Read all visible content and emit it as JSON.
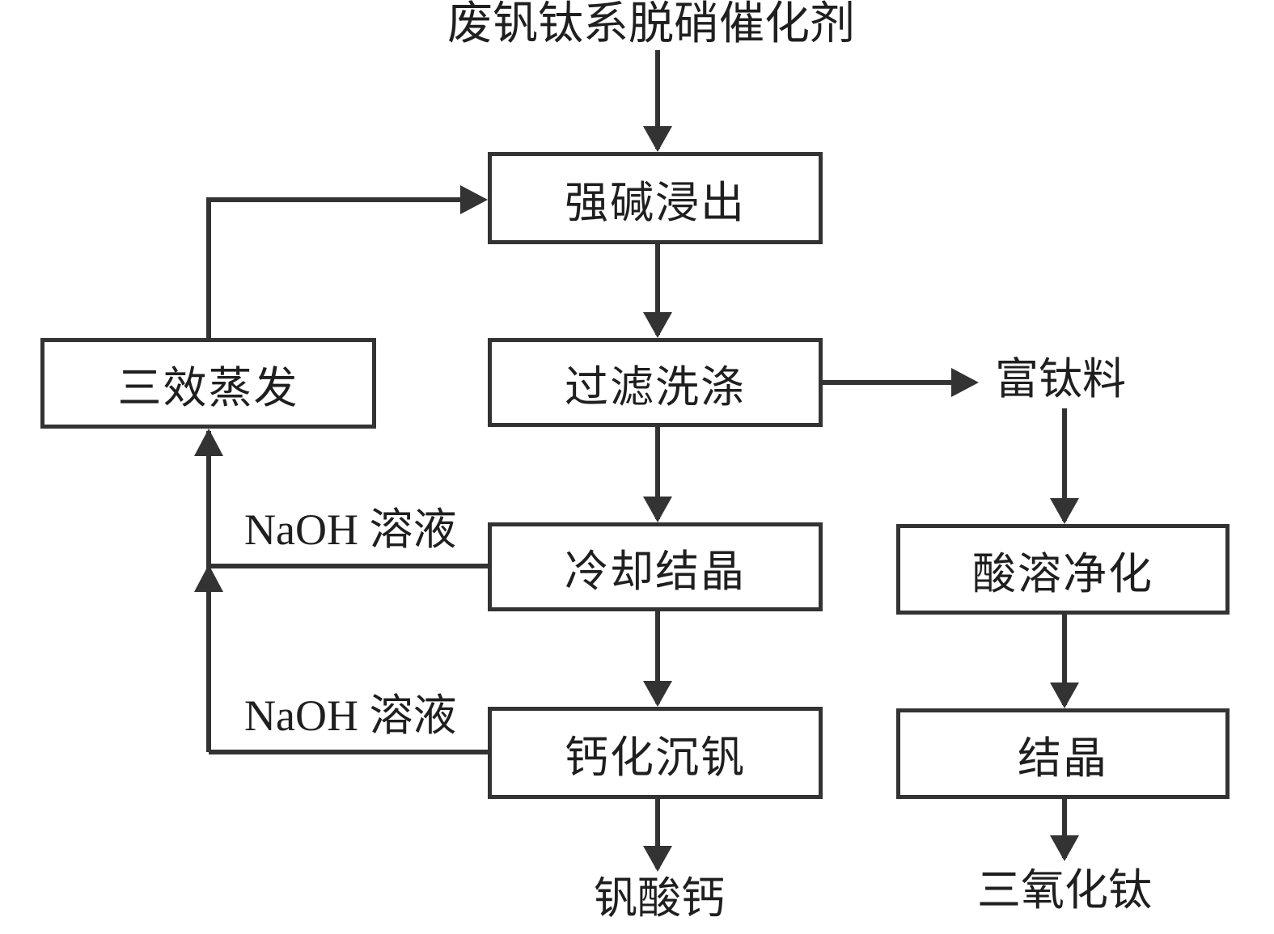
{
  "diagram": {
    "terminals": {
      "input": "废钒钛系脱硝催化剂",
      "titanium_rich_material": "富钛料",
      "calcium_vanadate": "钒酸钙",
      "titanium_trioxide": "三氧化钛"
    },
    "boxes": [
      {
        "id": "strong-alkali-leaching",
        "label": "强碱浸出"
      },
      {
        "id": "filter-washing",
        "label": "过滤洗涤"
      },
      {
        "id": "triple-effect-evaporation",
        "label": "三效蒸发"
      },
      {
        "id": "cooling-crystallization",
        "label": "冷却结晶"
      },
      {
        "id": "calcification-vanadium-precipitation",
        "label": "钙化沉钒"
      },
      {
        "id": "acid-dissolution-purification",
        "label": "酸溶净化"
      },
      {
        "id": "crystallization",
        "label": "结晶"
      }
    ],
    "edge_labels": {
      "naoh_solution_1": "NaOH 溶液",
      "naoh_solution_2": "NaOH 溶液"
    },
    "colors": {
      "line": "#333333",
      "text": "#1f1f1f",
      "background": "#ffffff"
    }
  }
}
